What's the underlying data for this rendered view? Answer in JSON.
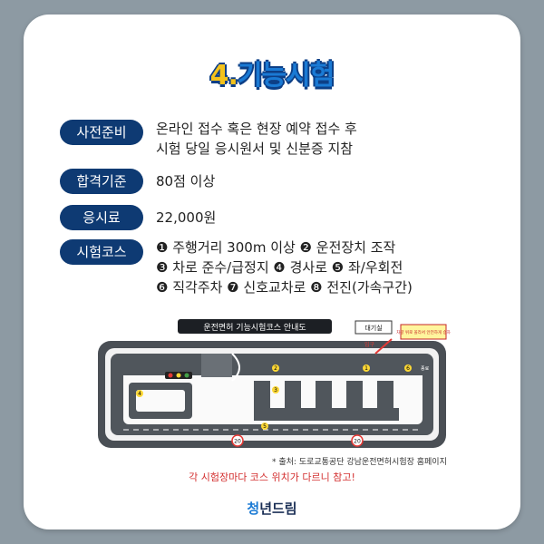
{
  "title": {
    "num": "4.",
    "text": "기능시험"
  },
  "sections": [
    {
      "label": "사전준비",
      "lines": [
        "온라인 접수 혹은 현장 예약 접수 후",
        "시험 당일 응시원서 및 신분증 지참"
      ]
    },
    {
      "label": "합격기준",
      "lines": [
        "80점 이상"
      ]
    },
    {
      "label": "응시료",
      "lines": [
        "22,000원"
      ]
    },
    {
      "label": "시험코스",
      "lines": [
        "❶ 주행거리 300m 이상 ❷ 운전장치 조작",
        "❸ 차로 준수/급정지 ❹ 경사로 ❺ 좌/우회전",
        "❻ 직각주차 ❼ 신호교차로 ❽ 전진(가속구간)"
      ]
    }
  ],
  "map": {
    "title": "운전면허 기능시험코스 안내도",
    "waiting_room": "대기실",
    "entrance": "입구",
    "notice": "차량 위로 올라서 안전하게 승차",
    "exit": "종료",
    "speed_sign": "20",
    "labels": {
      "n1": "1",
      "n2": "2",
      "n3": "3",
      "n4": "4",
      "n5": "5",
      "n6": "6"
    }
  },
  "source": "* 출처: 도로교통공단 강남운전면허시험장 홈페이지",
  "note": "각 시험장마다 코스 위치가 다르니 참고!",
  "logo": {
    "accent": "청",
    "rest": "년드림"
  },
  "colors": {
    "navy": "#0e3a73",
    "blue": "#1a7ad4",
    "yellow": "#f4c21b",
    "red": "#d32f2f"
  }
}
